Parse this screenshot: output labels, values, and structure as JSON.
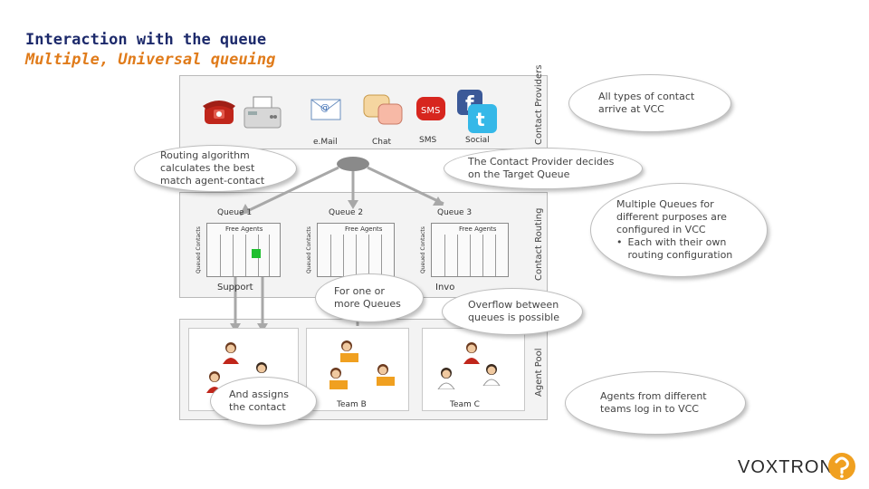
{
  "slide": {
    "title_line1": "Interaction with the queue",
    "title_line2": "Multiple, Universal queuing"
  },
  "channels": {
    "email": "e.Mail",
    "chat": "Chat",
    "sms_icon": "SMS",
    "sms": "SMS",
    "social": "Social"
  },
  "side_labels": {
    "contact_providers": "Contact Providers",
    "contact_routing": "Contact Routing",
    "agent_pool": "Agent Pool"
  },
  "callouts": {
    "all_types": "All types of contact arrive at VCC",
    "provider_decides": "The Contact Provider decides on the Target Queue",
    "routing_algorithm": "Routing algorithm calculates the best match agent-contact",
    "multiple_queues": "Multiple Queues for different purposes are configured in VCC",
    "multiple_queues_bullet": "Each with their own routing configuration",
    "overflow": "Overflow between queues is possible",
    "agents_log_in": "Agents from different teams log in to VCC",
    "one_or_more": "For one or more Queues",
    "assigns": "And assigns the contact"
  },
  "queues": [
    {
      "title": "Queue 1",
      "free_agents": "Free Agents",
      "queued": "Queued Contacts",
      "label": "Support"
    },
    {
      "title": "Queue 2",
      "free_agents": "Free Agents",
      "queued": "Queued Contacts",
      "label": ""
    },
    {
      "title": "Queue 3",
      "free_agents": "Free Agents",
      "queued": "Queued Contacts",
      "label": "Invo"
    }
  ],
  "teams": {
    "team_b": "Team B",
    "team_c": "Team C"
  },
  "brand": {
    "logo": "VOXTRON"
  },
  "colors": {
    "title": "#1d2a6b",
    "subtitle": "#e07b1a",
    "accent_orange": "#f0a020",
    "grid_highlight": "#1fbf2f"
  }
}
